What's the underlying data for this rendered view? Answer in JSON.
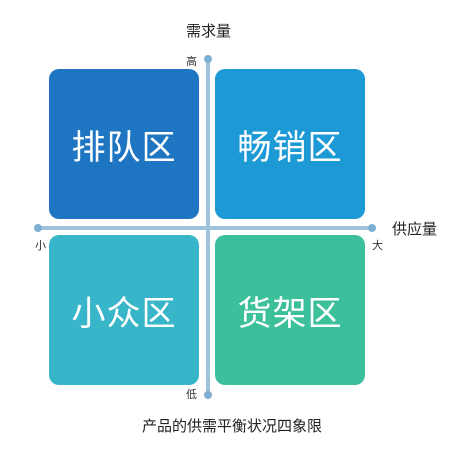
{
  "axes": {
    "y_title": "需求量",
    "x_title": "供应量",
    "y_high": "高",
    "y_low": "低",
    "x_small": "小",
    "x_large": "大"
  },
  "quadrants": [
    {
      "label": "排队区",
      "color": "#1e76c2"
    },
    {
      "label": "畅销区",
      "color": "#1d9ad6"
    },
    {
      "label": "小众区",
      "color": "#38b5c8"
    },
    {
      "label": "货架区",
      "color": "#3cbf9b"
    }
  ],
  "caption": "产品的供需平衡状况四象限"
}
